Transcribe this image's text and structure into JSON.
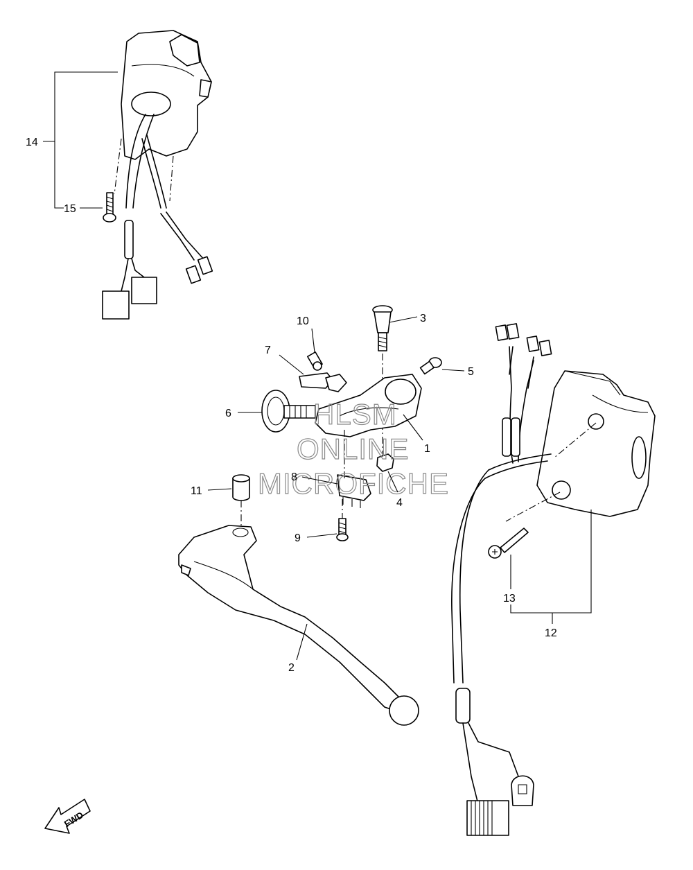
{
  "watermark": {
    "line1": "HLSM",
    "line2": "ONLINE",
    "line3": "MICROFICHE"
  },
  "direction_marker": "FWD",
  "callouts": {
    "c1": "1",
    "c2": "2",
    "c3": "3",
    "c4": "4",
    "c5": "5",
    "c6": "6",
    "c7": "7",
    "c8": "8",
    "c9": "9",
    "c10": "10",
    "c11": "11",
    "c12": "12",
    "c13": "13",
    "c14": "14",
    "c15": "15"
  }
}
